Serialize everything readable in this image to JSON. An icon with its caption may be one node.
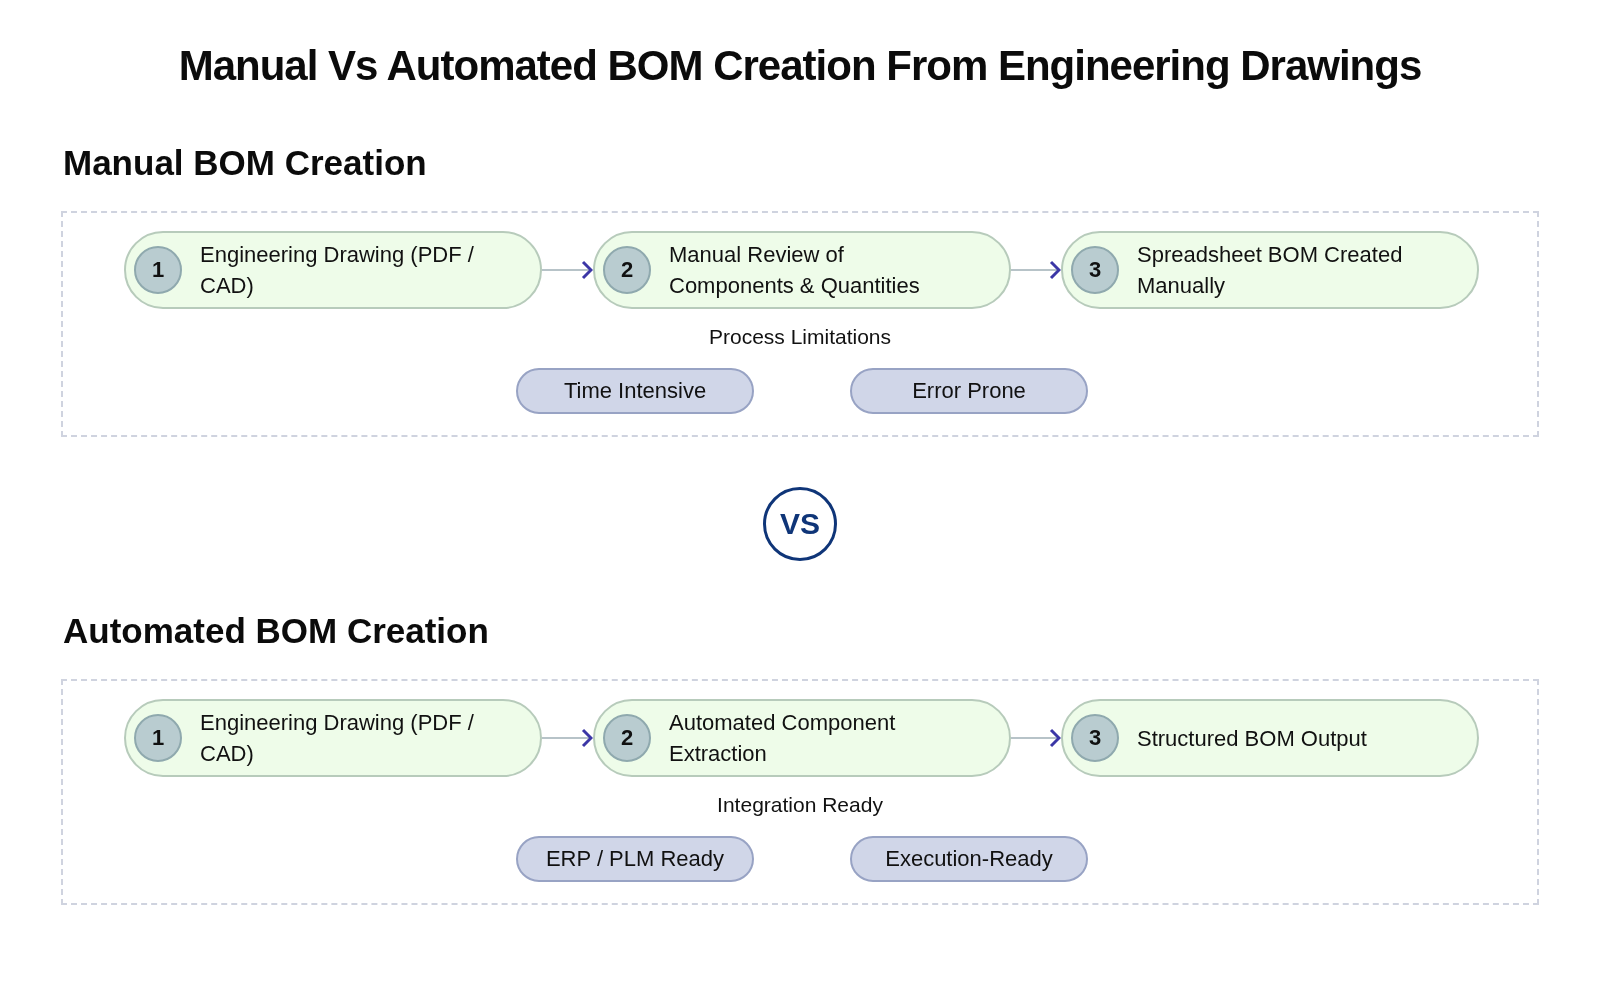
{
  "diagram": {
    "title": "Manual Vs Automated BOM Creation From Engineering Drawings",
    "nodes": [
      {
        "text": [
          "Manual BOM Creation"
        ]
      },
      {
        "text": [
          "1",
          "Engineering Drawing (PDF / CAD)"
        ],
        "in": 0
      },
      {
        "text": [
          "2",
          "Manual Review of Components & Quantities"
        ],
        "in": 0
      },
      {
        "text": [
          "3",
          "Spreadsheet BOM Created Manually"
        ],
        "in": 0
      },
      {
        "text": [
          "Time Intensive"
        ],
        "in": 0
      },
      {
        "text": [
          "Error Prone"
        ],
        "in": 0
      },
      {
        "text": [
          "VS"
        ]
      },
      {
        "text": [
          "Automated BOM Creation"
        ]
      },
      {
        "text": [
          "1",
          "Engineering Drawing (PDF / CAD)"
        ],
        "in": 7
      },
      {
        "text": [
          "2",
          "Automated Component Extraction"
        ],
        "in": 7
      },
      {
        "text": [
          "3",
          "Structured BOM Output"
        ],
        "in": 7
      },
      {
        "text": [
          "ERP / PLM Ready"
        ],
        "in": 7
      },
      {
        "text": [
          "Execution-Ready"
        ],
        "in": 7
      }
    ],
    "edges": [
      {
        "from": 1,
        "to": 2,
        "arrow": "to"
      },
      {
        "from": 2,
        "to": 3,
        "arrow": "to"
      },
      {
        "from": 8,
        "to": 9,
        "arrow": "to"
      },
      {
        "from": 9,
        "to": 10,
        "arrow": "to"
      }
    ],
    "labels": [
      "Process Limitations",
      "Integration Ready"
    ]
  }
}
